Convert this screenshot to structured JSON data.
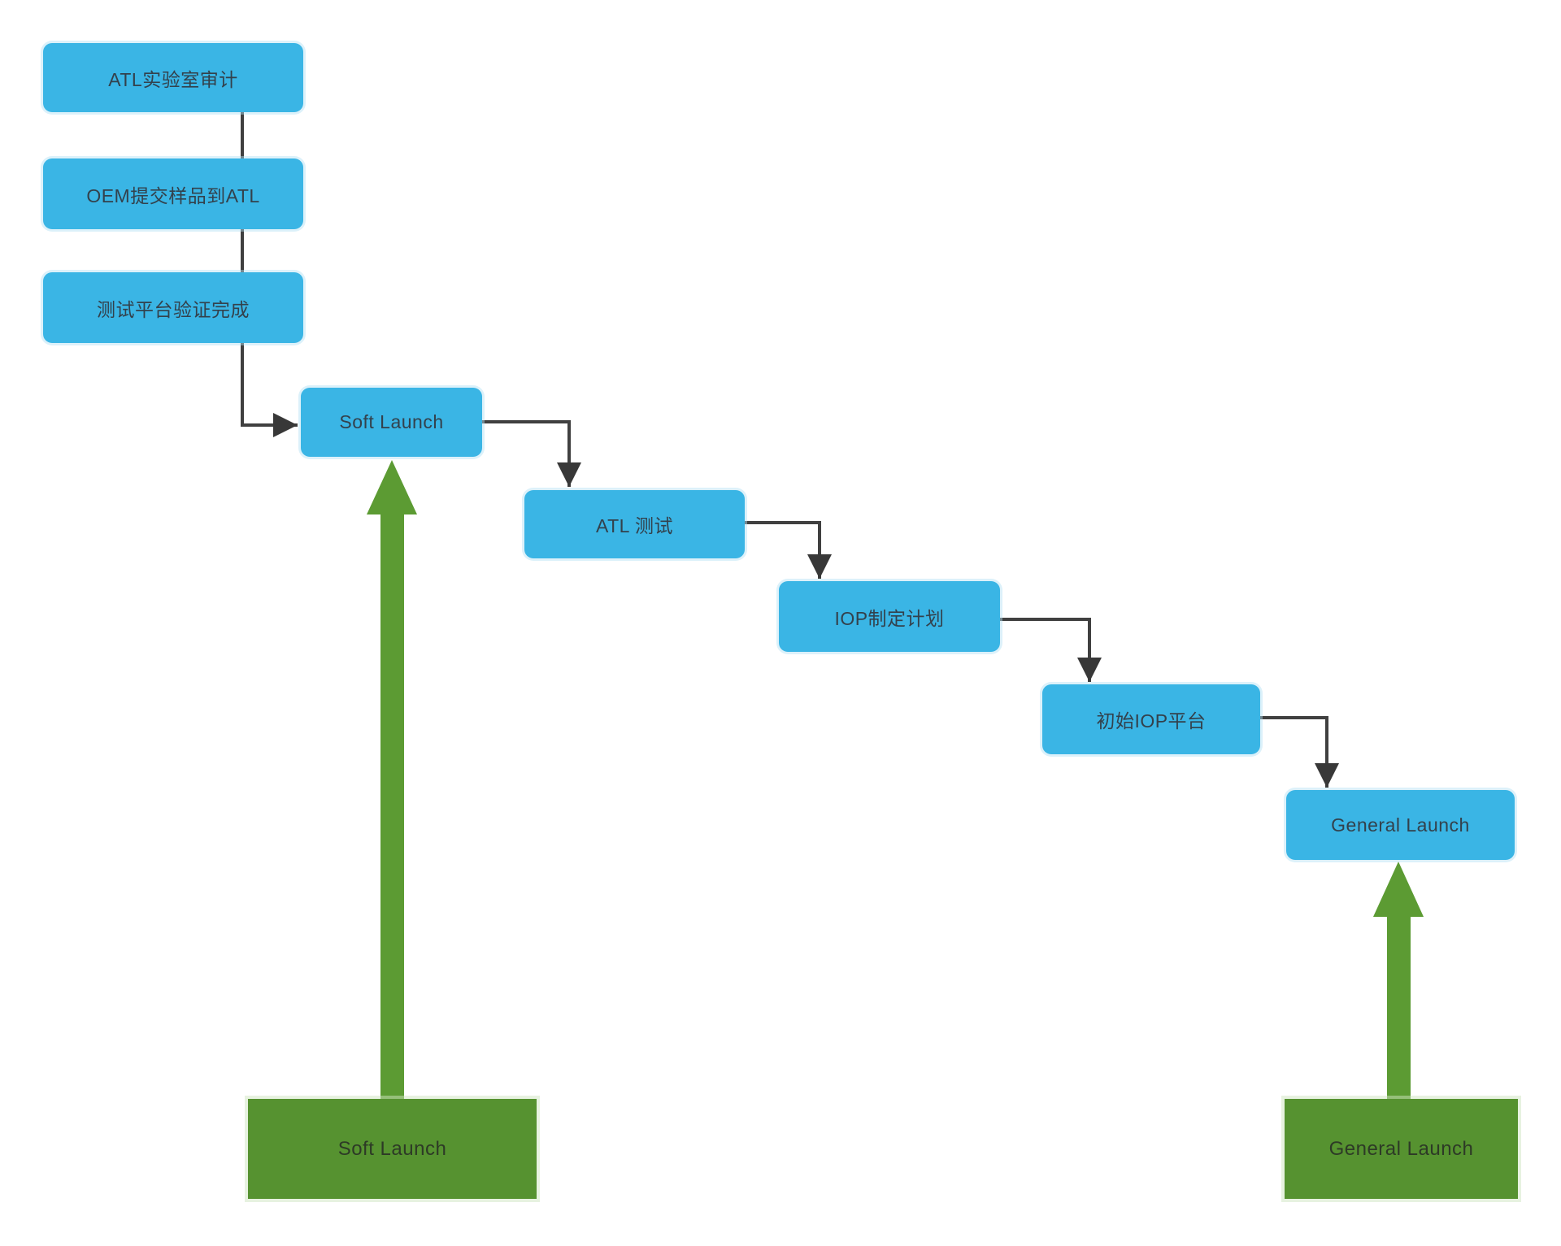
{
  "diagram": {
    "type": "flowchart",
    "background": "#FFFFFF",
    "nodes": [
      {
        "id": "atl-lab-audit",
        "label": "ATL实验室审计",
        "shape": "rounded-rect",
        "fill": "blue"
      },
      {
        "id": "oem-submit-sample",
        "label": "OEM提交样品到ATL",
        "shape": "rounded-rect",
        "fill": "blue"
      },
      {
        "id": "test-platform-verified",
        "label": "测试平台验证完成",
        "shape": "rounded-rect",
        "fill": "blue"
      },
      {
        "id": "soft-launch",
        "label": "Soft Launch",
        "shape": "rounded-rect",
        "fill": "blue"
      },
      {
        "id": "atl-test",
        "label": "ATL 测试",
        "shape": "rounded-rect",
        "fill": "blue"
      },
      {
        "id": "iop-plan",
        "label": "IOP制定计划",
        "shape": "rounded-rect",
        "fill": "blue"
      },
      {
        "id": "initial-iop-platform",
        "label": "初始IOP平台",
        "shape": "rounded-rect",
        "fill": "blue"
      },
      {
        "id": "general-launch",
        "label": "General Launch",
        "shape": "rounded-rect",
        "fill": "blue"
      }
    ],
    "milestones": [
      {
        "id": "soft-launch-milestone",
        "label": "Soft Launch",
        "shape": "rect",
        "fill": "green"
      },
      {
        "id": "general-launch-milestone",
        "label": "General Launch",
        "shape": "rect",
        "fill": "green"
      }
    ],
    "edges": [
      {
        "from": "atl-lab-audit",
        "to": "oem-submit-sample",
        "style": "line",
        "arrowhead": false,
        "color": "dark"
      },
      {
        "from": "oem-submit-sample",
        "to": "test-platform-verified",
        "style": "line",
        "arrowhead": false,
        "color": "dark"
      },
      {
        "from": "test-platform-verified",
        "to": "soft-launch",
        "style": "elbow",
        "arrowhead": true,
        "color": "dark"
      },
      {
        "from": "soft-launch",
        "to": "atl-test",
        "style": "elbow",
        "arrowhead": true,
        "color": "dark"
      },
      {
        "from": "atl-test",
        "to": "iop-plan",
        "style": "elbow",
        "arrowhead": true,
        "color": "dark"
      },
      {
        "from": "iop-plan",
        "to": "initial-iop-platform",
        "style": "elbow",
        "arrowhead": true,
        "color": "dark"
      },
      {
        "from": "initial-iop-platform",
        "to": "general-launch",
        "style": "elbow",
        "arrowhead": true,
        "color": "dark"
      },
      {
        "from": "soft-launch-milestone",
        "to": "soft-launch",
        "style": "thick-arrow",
        "arrowhead": true,
        "color": "green"
      },
      {
        "from": "general-launch-milestone",
        "to": "general-launch",
        "style": "thick-arrow",
        "arrowhead": true,
        "color": "green"
      }
    ],
    "colors": {
      "node_fill": "#3AB5E5",
      "node_text": "#33414C",
      "milestone_fill": "#569230",
      "milestone_text": "#2D3A26",
      "green_arrow": "#5C9B33",
      "connector": "#404040",
      "background": "#FFFFFF"
    }
  }
}
